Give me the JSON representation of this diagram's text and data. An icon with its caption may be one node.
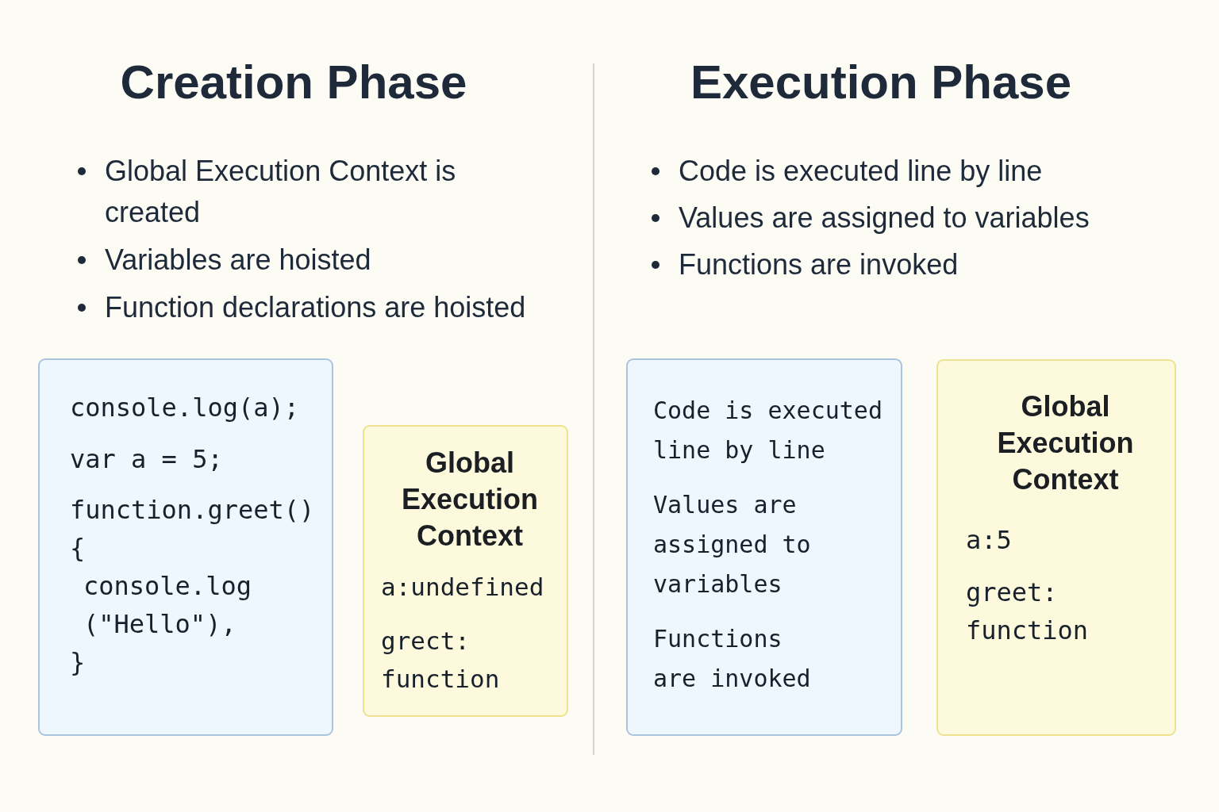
{
  "diagram": {
    "nodes": [
      {
        "text": [
          "console.log(a);",
          "var a = 5;",
          "function.greet()",
          "{",
          "console.log",
          "(\"Hello\"),",
          "}"
        ]
      },
      {
        "text": [
          "Global Execution Context",
          "a:undefined",
          "grect: function"
        ]
      },
      {
        "text": [
          "Code is executed line by line",
          "Values are assigned to variables",
          "Functions are invoked"
        ]
      },
      {
        "text": [
          "Global Execution Context",
          "a:5",
          "greet: function"
        ]
      }
    ],
    "labels": [
      "Creation Phase",
      "Global Execution Context is created",
      "Variables are hoisted",
      "Function declarations are hoisted",
      "Execution Phase",
      "Code is executed line by line",
      "Values are assigned to variables",
      "Functions are invoked"
    ]
  }
}
